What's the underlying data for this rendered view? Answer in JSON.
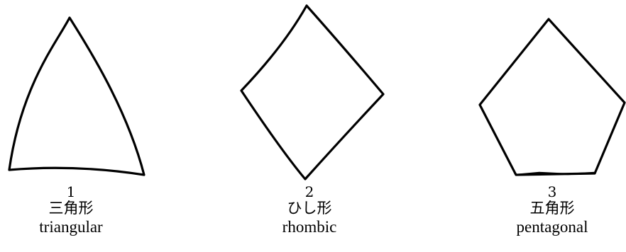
{
  "figures": [
    {
      "number": "1",
      "japanese": "三角形",
      "english": "triangular"
    },
    {
      "number": "2",
      "japanese": "ひし形",
      "english": "rhombic"
    },
    {
      "number": "3",
      "japanese": "五角形",
      "english": "pentagonal"
    }
  ]
}
